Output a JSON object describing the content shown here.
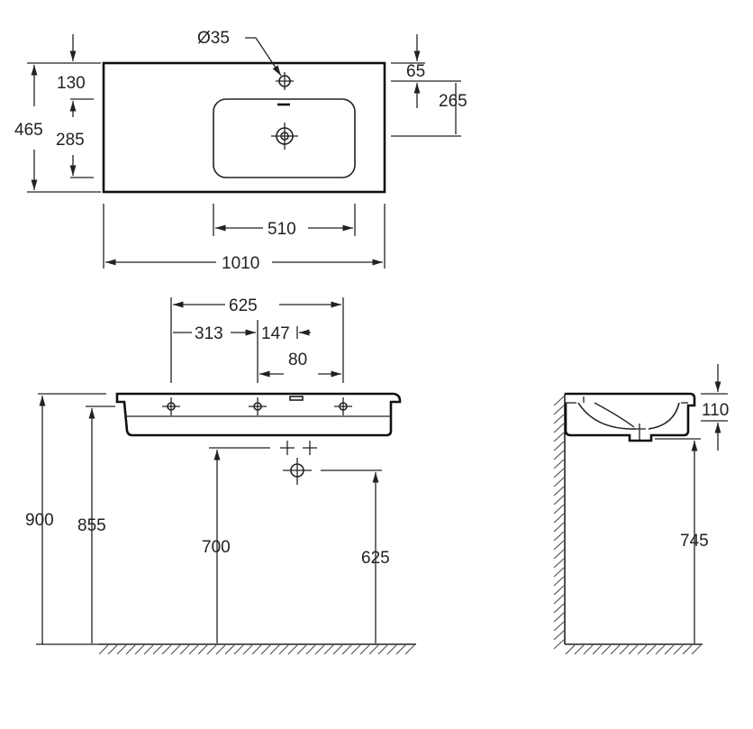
{
  "top_view": {
    "hole_diameter": "Ø35",
    "edge_to_hole": "130",
    "hole_to_drain": "285",
    "total_depth": "465",
    "right_edge_to_hole": "65",
    "right_depth": "265",
    "basin_width": "510",
    "total_width": "1010"
  },
  "front_view": {
    "hole_span": "625",
    "left_offset": "313",
    "right_offset": "147",
    "drain_width": "80",
    "rim_height": "900",
    "underside_height": "855",
    "drain_height": "700",
    "trap_height": "625"
  },
  "side_view": {
    "bowl_depth": "110",
    "outlet_height": "745"
  },
  "colors": {
    "line": "#222222",
    "background": "#ffffff"
  }
}
